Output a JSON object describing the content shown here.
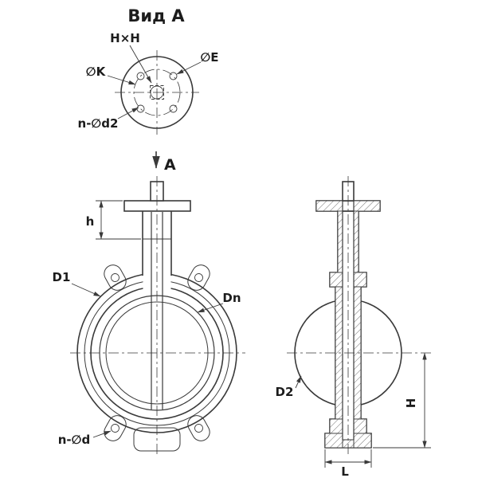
{
  "colors": {
    "background": "#ffffff",
    "line": "#3a3a3a",
    "text": "#1c1c1c"
  },
  "title": "Вид А",
  "top_view": {
    "stem_square": "H×H",
    "bolt_hole_diameter": "∅E",
    "bolt_circle_diameter": "∅K",
    "bolt_holes": "n-∅d2"
  },
  "section_arrow": "А",
  "front_view": {
    "flange_diameter": "D1",
    "nominal_bore": "Dn",
    "lug_holes": "n-∅d",
    "top_flange_height": "h"
  },
  "side_view": {
    "disc_diameter": "D2",
    "height": "H",
    "length": "L"
  }
}
